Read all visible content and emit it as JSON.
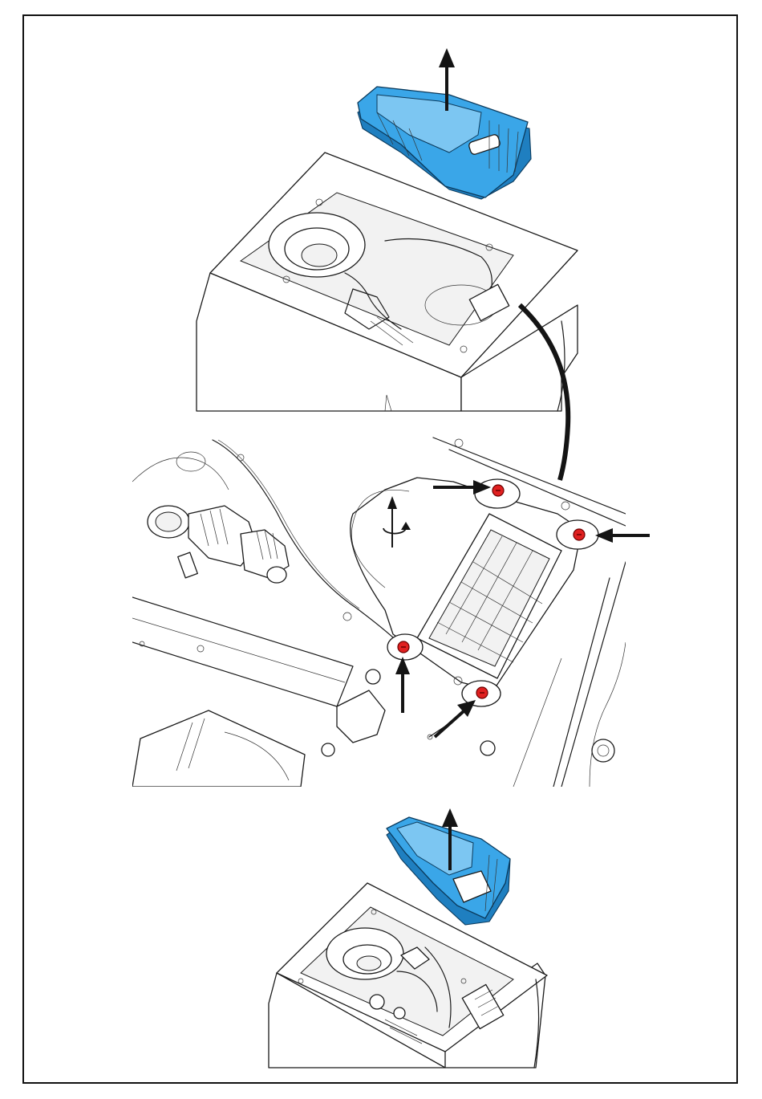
{
  "diagram": {
    "steps": [
      "remove-cover",
      "unscrew-fasteners",
      "lift-off-cover"
    ],
    "colors": {
      "cover": "#3aa6e8",
      "cover_shadow": "#1f7fc0",
      "screw": "#e02020",
      "arrow": "#141414",
      "frame": "#111111"
    },
    "icons": [
      "up-arrow-icon",
      "rotate-counterclockwise-icon",
      "pointer-arrow-icon",
      "screw-icon"
    ],
    "screw_count": 4
  }
}
